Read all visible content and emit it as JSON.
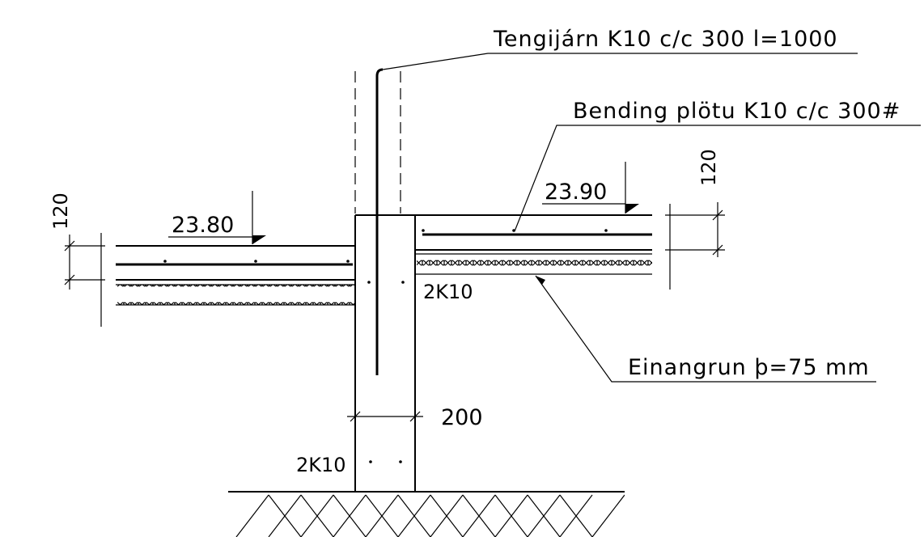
{
  "labels": {
    "tie_bar": "Tengijárn K10 c/c 300 l=1000",
    "slab_reinforcement": "Bending plötu K10 c/c 300#",
    "insulation": "Einangrun þ=75 mm",
    "rebar_wall_top": "2K10",
    "rebar_wall_bottom": "2K10",
    "wall_width": "200",
    "level_left": "23.80",
    "level_right": "23.90",
    "slab_thickness_left": "120",
    "slab_thickness_right": "120"
  }
}
